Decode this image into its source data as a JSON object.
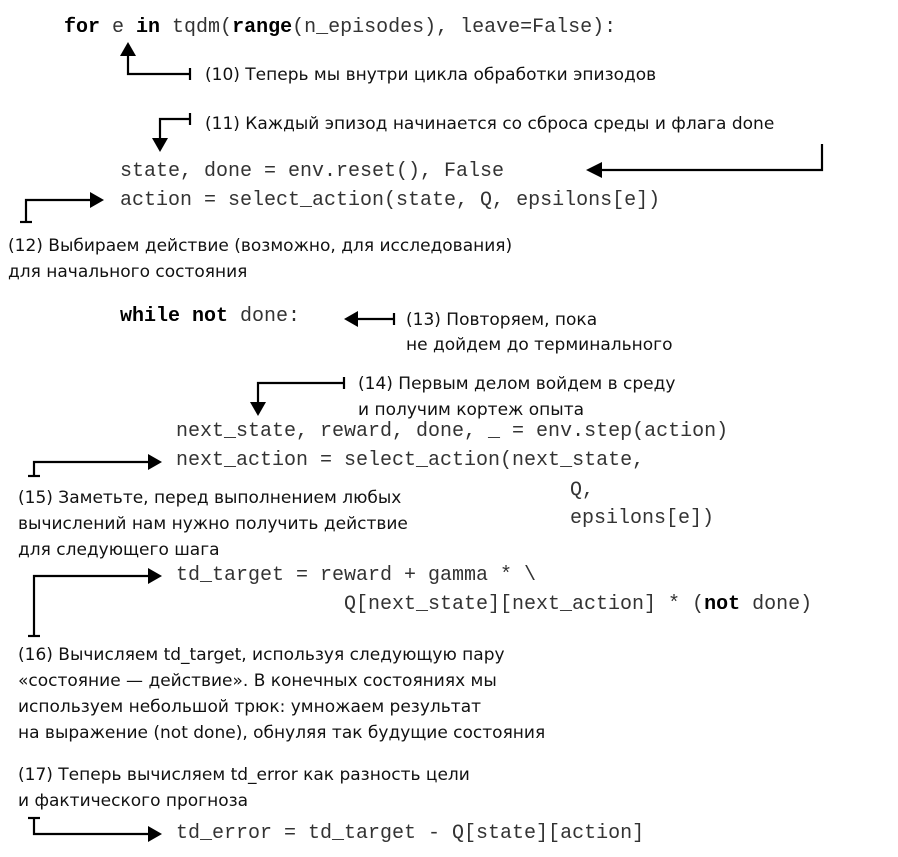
{
  "code": {
    "l1_kw1": "for",
    "l1_a": " e ",
    "l1_kw2": "in",
    "l1_b": " tqdm(",
    "l1_kw3": "range",
    "l1_c": "(n_episodes), leave=False):",
    "l2": "state, done = env.reset(), False",
    "l3": "action = select_action(state, Q, epsilons[e])",
    "l4_kw": "while not",
    "l4_a": " done:",
    "l5": "next_state, reward, done, _ = env.step(action)",
    "l6": "next_action = select_action(next_state,",
    "l7": "Q,",
    "l8": "epsilons[e])",
    "l9": "td_target = reward + gamma * \\",
    "l10_a": "Q[next_state][next_action] * (",
    "l10_kw": "not",
    "l10_b": " done)",
    "l11": "td_error = td_target - Q[state][action]"
  },
  "notes": {
    "n10": "(10) Теперь мы внутри цикла обработки эпизодов",
    "n11": "(11) Каждый эпизод начинается со сброса среды и флага done",
    "n12_1": "(12) Выбираем действие (возможно, для исследования)",
    "n12_2": "для начального состояния",
    "n13_1": "(13) Повторяем, пока",
    "n13_2": "не дойдем до терминального",
    "n14_1": "(14) Первым делом войдем в среду",
    "n14_2": "и получим кортеж опыта",
    "n15_1": "(15) Заметьте, перед выполнением любых",
    "n15_2": "вычислений нам нужно получить действие",
    "n15_3": "для следующего шага",
    "n16_1": "(16) Вычисляем td_target, используя следующую пару",
    "n16_2": "«состояние — действие». В конечных состояниях мы",
    "n16_3": "используем небольшой трюк: умножаем результат",
    "n16_4": "на выражение (not done), обнуляя так будущие состояния",
    "n17_1": "(17) Теперь вычисляем td_error как разность цели",
    "n17_2": "и фактического прогноза"
  }
}
